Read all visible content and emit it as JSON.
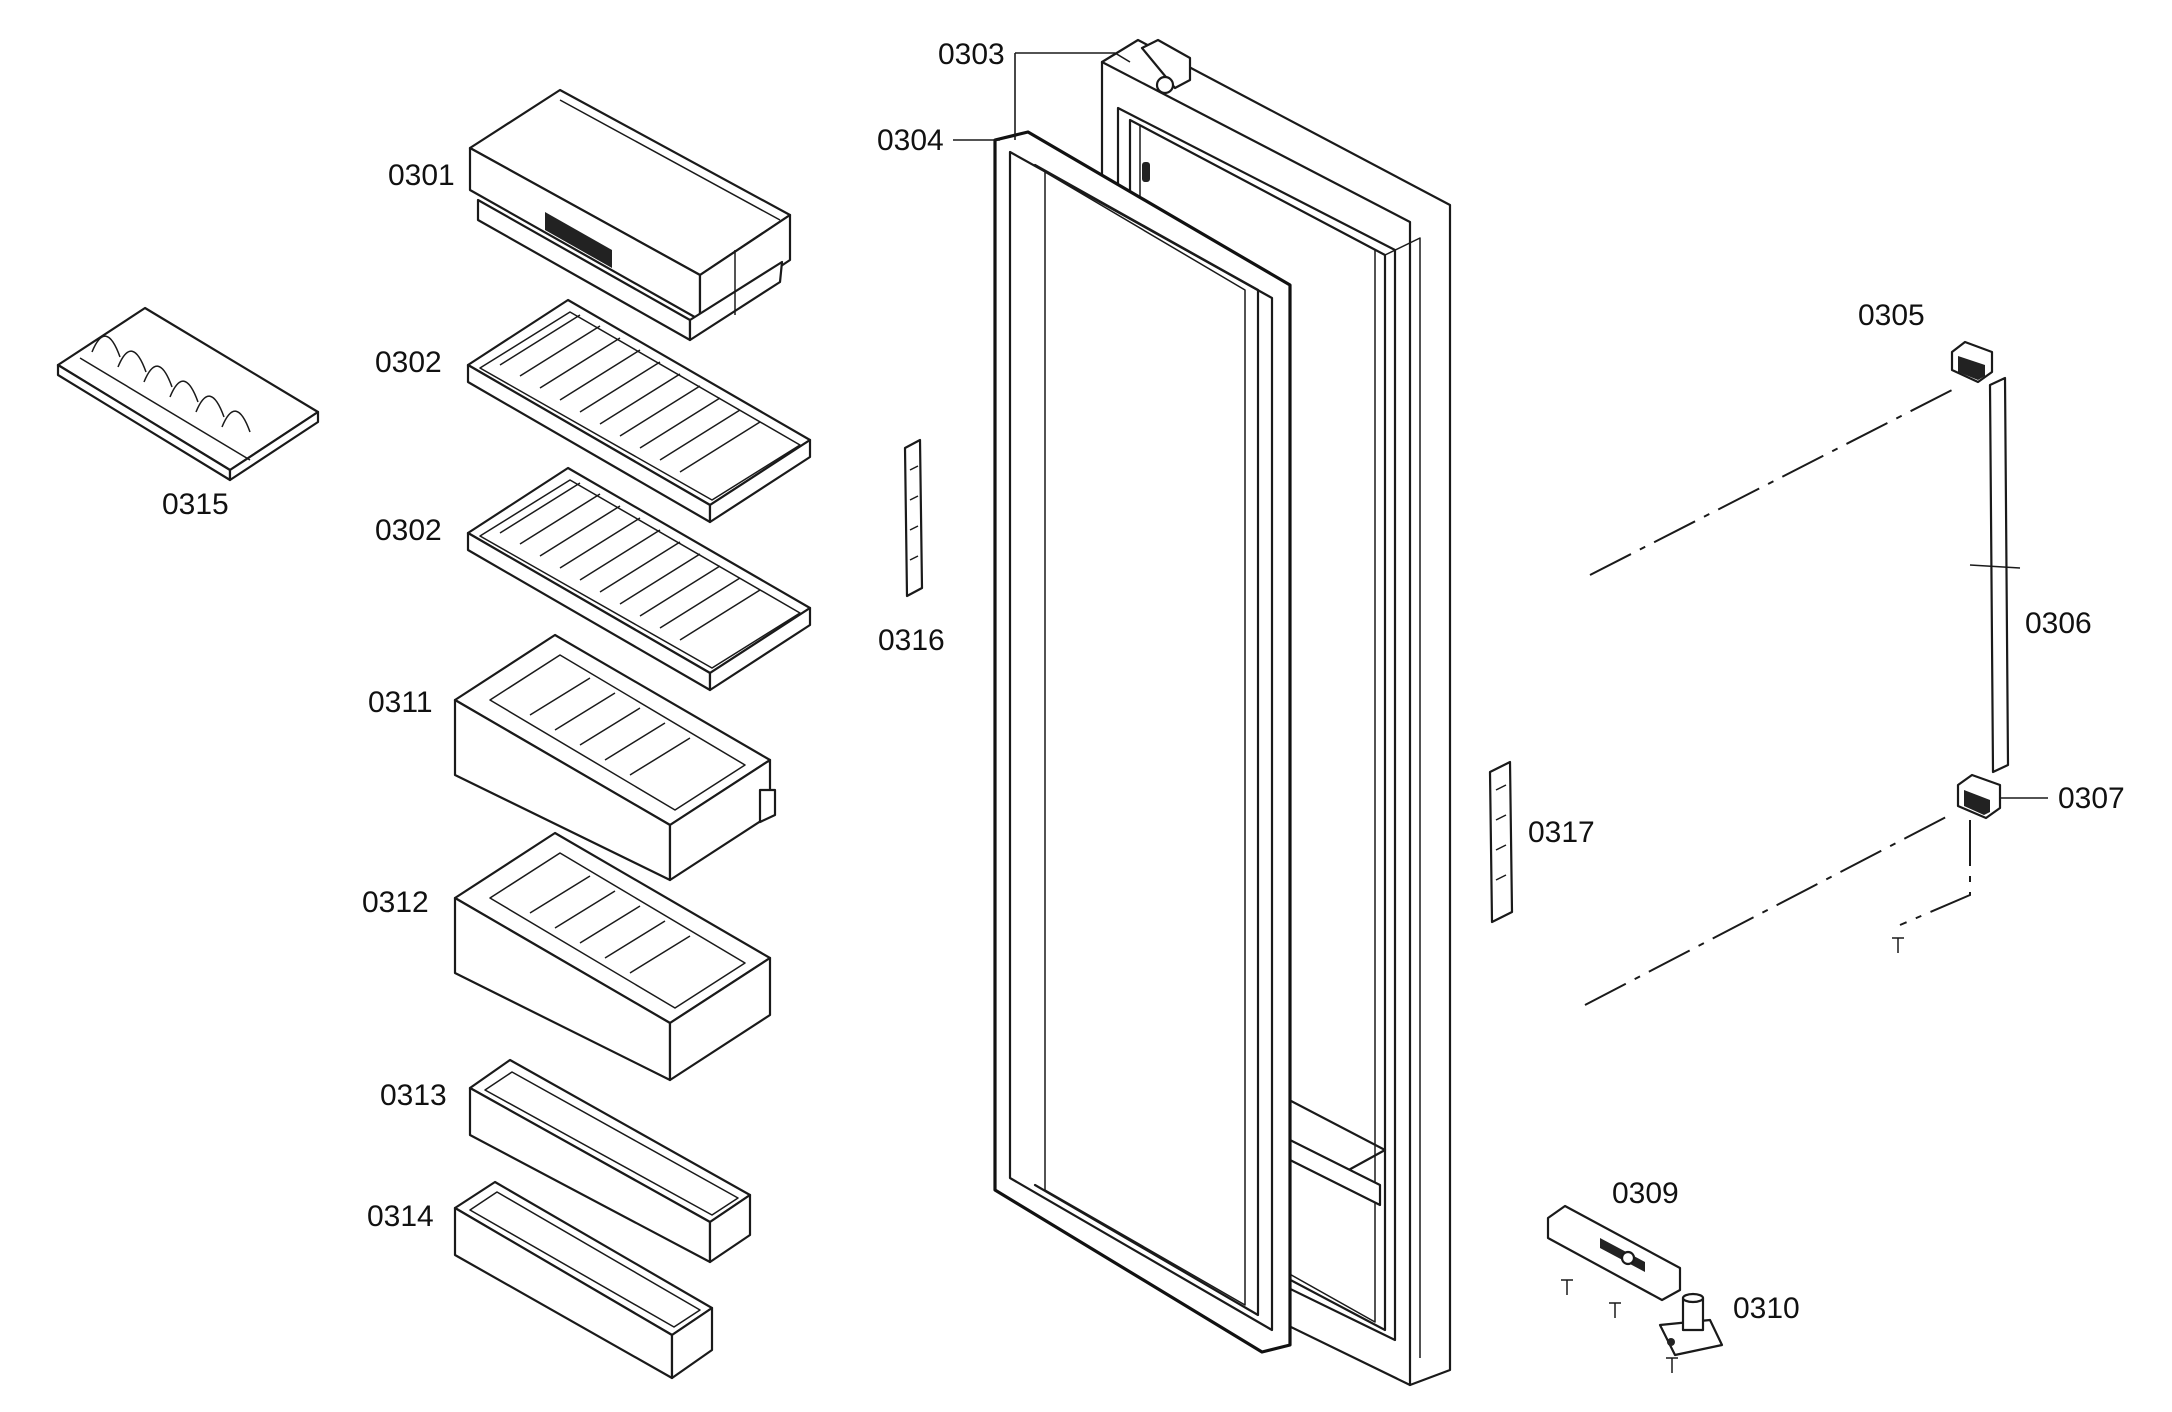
{
  "diagram": {
    "labels": {
      "p0301": "0301",
      "p0302a": "0302",
      "p0302b": "0302",
      "p0303": "0303",
      "p0304": "0304",
      "p0305": "0305",
      "p0306": "0306",
      "p0307": "0307",
      "p0309": "0309",
      "p0310": "0310",
      "p0311": "0311",
      "p0312": "0312",
      "p0313": "0313",
      "p0314": "0314",
      "p0315": "0315",
      "p0316": "0316",
      "p0317": "0317"
    }
  }
}
